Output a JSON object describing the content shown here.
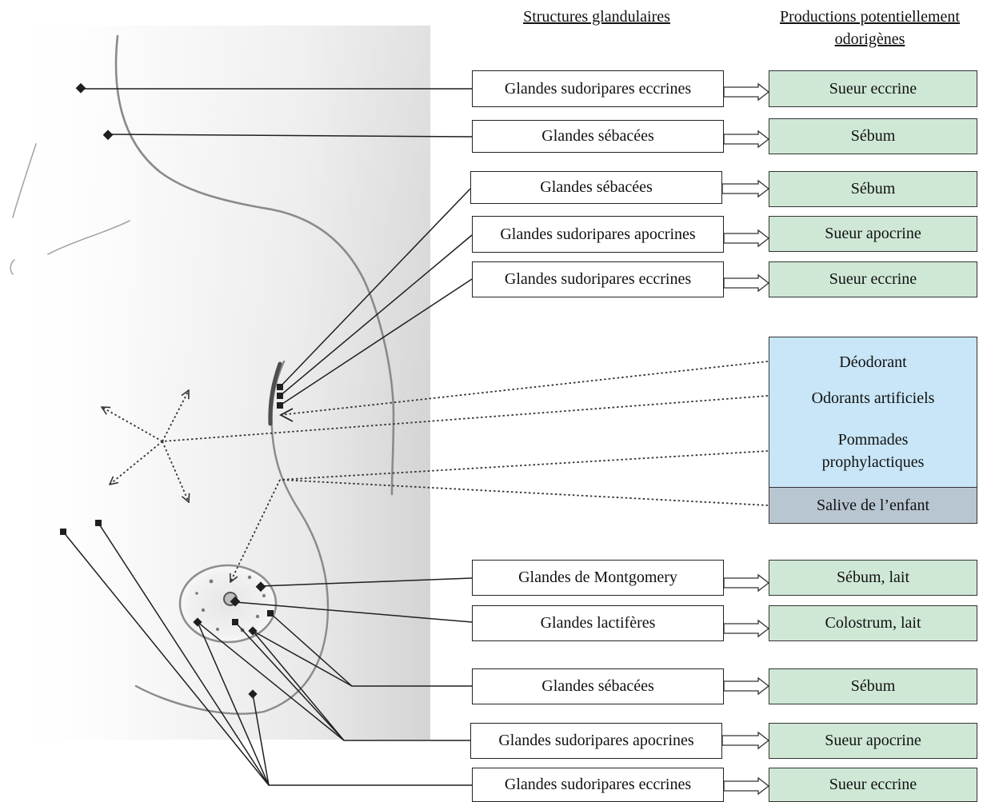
{
  "headers": {
    "structures": "Structures glandulaires",
    "productions_line1": "Productions potentiellement",
    "productions_line2": "odorigènes"
  },
  "rows": [
    {
      "gland": "Glandes sudoripares eccrines",
      "product": "Sueur eccrine"
    },
    {
      "gland": "Glandes sébacées",
      "product": "Sébum"
    },
    {
      "gland": "Glandes sébacées",
      "product": "Sébum"
    },
    {
      "gland": "Glandes sudoripares apocrines",
      "product": "Sueur apocrine"
    },
    {
      "gland": "Glandes sudoripares eccrines",
      "product": "Sueur eccrine"
    },
    {
      "gland": "Glandes de Montgomery",
      "product": "Sébum, lait"
    },
    {
      "gland": "Glandes lactifères",
      "product": "Colostrum, lait"
    },
    {
      "gland": "Glandes sébacées",
      "product": "Sébum"
    },
    {
      "gland": "Glandes sudoripares apocrines",
      "product": "Sueur apocrine"
    },
    {
      "gland": "Glandes sudoripares eccrines",
      "product": "Sueur eccrine"
    }
  ],
  "external": {
    "deodorant": "Déodorant",
    "artificial_odorants": "Odorants artificiels",
    "ointments_line1": "Pommades",
    "ointments_line2": "prophylactiques",
    "saliva": "Salive de l’enfant"
  },
  "colors": {
    "product_box": "#cfe8d6",
    "external_box": "#c8e6f7",
    "saliva_box": "#b8c6d2"
  }
}
